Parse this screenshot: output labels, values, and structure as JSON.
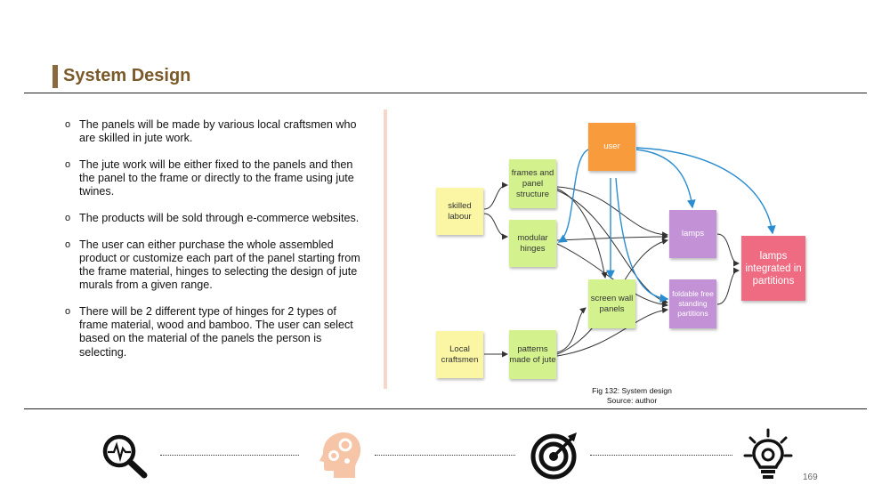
{
  "header": {
    "title": "System Design"
  },
  "bullets": [
    "The panels will be made by various local craftsmen who are skilled in jute work.",
    "The jute work will be either fixed to the panels and then the panel to the frame or directly to the frame using jute twines.",
    "The products will be sold through e-commerce websites.",
    "The user can either purchase the whole assembled product or customize each part of the panel starting from the frame material, hinges to selecting the design of jute murals from a given range.",
    "There will be 2 different type of hinges for 2 types of frame material, wood and bamboo. The user can select based on the material of the panels the person is selecting."
  ],
  "diagram": {
    "nodes": {
      "skilled_labour": "skilled labour",
      "local_craftsmen": "Local craftsmen",
      "frames": "frames and panel structure",
      "hinges": "modular hinges",
      "patterns": "patterns made of jute",
      "user": "user",
      "screen": "screen wall panels",
      "lamps": "lamps",
      "foldable": "foldable free standing partitions",
      "lamps_integrated": "lamps integrated in partitions"
    },
    "colors": {
      "yellow": "#fbf6a4",
      "green": "#d3f28e",
      "orange": "#f89b3c",
      "purple": "#c391d6",
      "pink": "#ef6b82",
      "blue_arrow": "#2b8ccf"
    }
  },
  "caption": {
    "line1": "Fig 132: System design",
    "line2": "Source: author"
  },
  "footer": {
    "icons": [
      "magnifier-pulse-icon",
      "head-gears-icon",
      "target-dart-icon",
      "lightbulb-gear-icon"
    ],
    "page_number": "169"
  }
}
